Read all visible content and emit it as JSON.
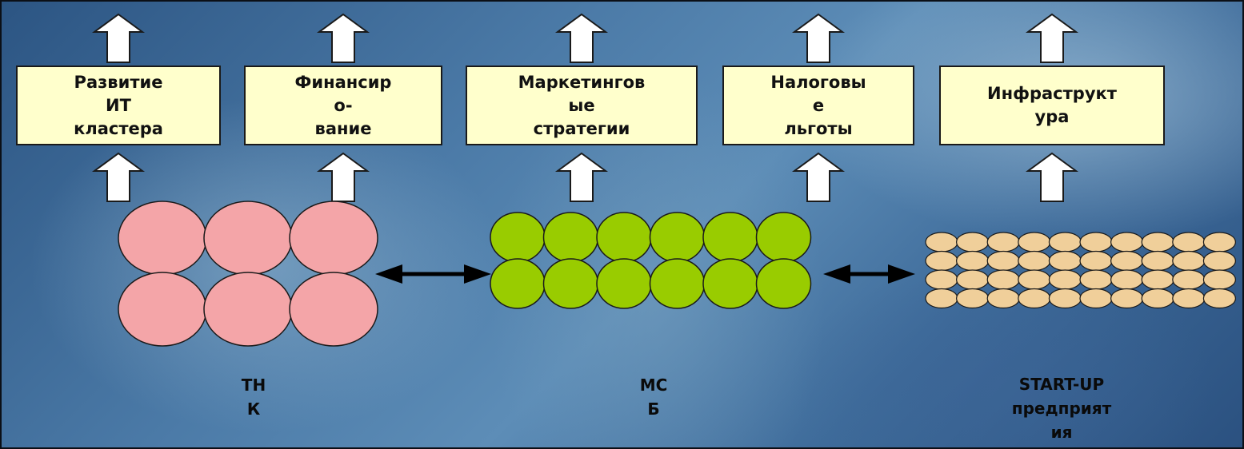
{
  "boxes": [
    {
      "lines": [
        "Развитие",
        "ИТ",
        "кластера"
      ]
    },
    {
      "lines": [
        "Финансир",
        "о-",
        "вание"
      ]
    },
    {
      "lines": [
        "Маркетингов",
        "ые",
        "стратегии"
      ]
    },
    {
      "lines": [
        "Налоговы",
        "е",
        "льготы"
      ]
    },
    {
      "lines": [
        "Инфраструкт",
        "ура"
      ]
    }
  ],
  "groups": [
    {
      "lines": [
        "ТН",
        "К"
      ],
      "color": "#f4a5a8",
      "rows": 2,
      "cols": 3
    },
    {
      "lines": [
        "МС",
        "Б"
      ],
      "color": "#99cc00",
      "rows": 2,
      "cols": 6
    },
    {
      "lines": [
        "START-UP",
        "предприят",
        "ия"
      ],
      "color": "#f0cf9a",
      "rows": 4,
      "cols": 10
    }
  ],
  "colors": {
    "box_fill": "#ffffcc",
    "outline": "#1a1a1a",
    "arrow_fill": "#ffffff"
  }
}
